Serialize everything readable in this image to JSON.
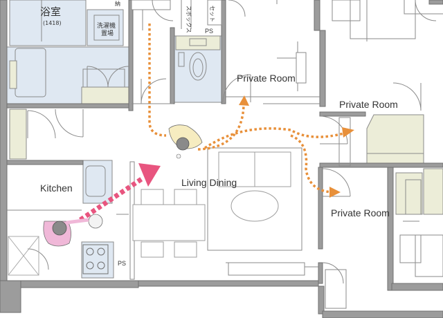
{
  "labels": {
    "bathroom": "浴室",
    "bathroom_size": "(1418)",
    "washer_area_line1": "洗濯機",
    "washer_area_line2": "置場",
    "storage_top": "納",
    "spbox_a": "スボックス",
    "spbox_b": "セット",
    "ps_top": "PS",
    "ps_kitchen": "PS",
    "kitchen": "Kitchen",
    "living_dining": "Living Dining",
    "private_room_1": "Private Room",
    "private_room_2": "Private Room",
    "private_room_3": "Private Room"
  },
  "colors": {
    "wet_area": "#dfe8f2",
    "storage": "#ecedd8",
    "wall": "#9c9c9c",
    "wall_dark": "#6f6f6f",
    "line": "#8a8a8a",
    "flow_arrow": "#e8903a",
    "kitchen_arrow": "#e8557f",
    "kitchen_arrow_light": "#f6c3d3",
    "person_kitchen": "#f0b8d8",
    "person_corridor": "#f6ecc0"
  },
  "icons": [
    "person-kitchen-icon",
    "person-corridor-icon",
    "stove-icon",
    "toilet-icon",
    "bathtub-icon",
    "sofa-icon",
    "dining-table-icon"
  ]
}
